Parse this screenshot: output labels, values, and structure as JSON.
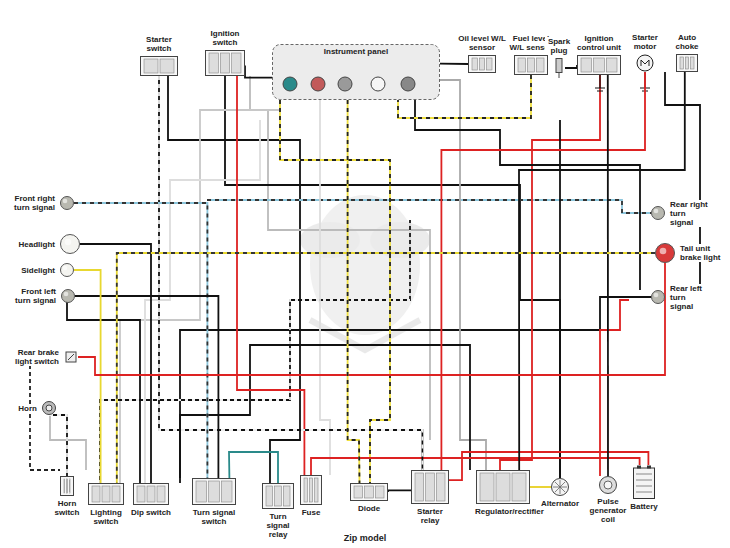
{
  "diagram": {
    "caption": "Zip model",
    "nodes": [
      {
        "text": [
          "Starter switch"
        ]
      },
      {
        "text": [
          "Ignition switch"
        ]
      },
      {
        "text": [
          "Instrument panel"
        ]
      },
      {
        "text": [
          "Oil level W/L sensor"
        ]
      },
      {
        "text": [
          "Fuel level W/L sensor"
        ]
      },
      {
        "text": [
          "Spark plug"
        ]
      },
      {
        "text": [
          "Ignition control unit"
        ]
      },
      {
        "text": [
          "Starter motor"
        ]
      },
      {
        "text": [
          "Auto choke"
        ]
      },
      {
        "text": [
          "Front right turn signal"
        ]
      },
      {
        "text": [
          "Rear right turn signal"
        ]
      },
      {
        "text": [
          "Headlight"
        ]
      },
      {
        "text": [
          "Tail unit brake light"
        ]
      },
      {
        "text": [
          "Sidelight"
        ]
      },
      {
        "text": [
          "Front left turn signal"
        ]
      },
      {
        "text": [
          "Rear left turn signal"
        ]
      },
      {
        "text": [
          "Rear brake light switch"
        ]
      },
      {
        "text": [
          "Horn"
        ]
      },
      {
        "text": [
          "Horn switch"
        ]
      },
      {
        "text": [
          "Lighting switch"
        ]
      },
      {
        "text": [
          "Dip switch"
        ]
      },
      {
        "text": [
          "Turn signal switch"
        ]
      },
      {
        "text": [
          "Turn signal relay"
        ]
      },
      {
        "text": [
          "Fuse"
        ]
      },
      {
        "text": [
          "Diode"
        ]
      },
      {
        "text": [
          "Starter relay"
        ]
      },
      {
        "text": [
          "Regulator/rectifier"
        ]
      },
      {
        "text": [
          "Alternator"
        ]
      },
      {
        "text": [
          "Pulse generator coil"
        ]
      },
      {
        "text": [
          "Battery"
        ]
      }
    ],
    "edges": [
      {
        "from": 29,
        "to": 23,
        "arrow": "none"
      },
      {
        "from": 23,
        "to": 1,
        "arrow": "none"
      },
      {
        "from": 1,
        "to": 2,
        "arrow": "none"
      },
      {
        "from": 0,
        "to": 25,
        "arrow": "none"
      },
      {
        "from": 25,
        "to": 7,
        "arrow": "none"
      },
      {
        "from": 29,
        "to": 25,
        "arrow": "none"
      },
      {
        "from": 27,
        "to": 26,
        "arrow": "none"
      },
      {
        "from": 28,
        "to": 6,
        "arrow": "none"
      },
      {
        "from": 6,
        "to": 5,
        "arrow": "none"
      },
      {
        "from": 8,
        "to": 26,
        "arrow": "none"
      },
      {
        "from": 4,
        "to": 2,
        "arrow": "none"
      },
      {
        "from": 3,
        "to": 2,
        "arrow": "none"
      },
      {
        "from": 11,
        "to": 20,
        "arrow": "none"
      },
      {
        "from": 9,
        "to": 21,
        "arrow": "none"
      },
      {
        "from": 14,
        "to": 21,
        "arrow": "none"
      },
      {
        "from": 13,
        "to": 19,
        "arrow": "none"
      },
      {
        "from": 12,
        "to": 19,
        "arrow": "none"
      },
      {
        "from": 16,
        "to": 12,
        "arrow": "none"
      },
      {
        "from": 17,
        "to": 18,
        "arrow": "none"
      },
      {
        "from": 22,
        "to": 21,
        "arrow": "none"
      },
      {
        "from": 24,
        "to": 25,
        "arrow": "none"
      },
      {
        "from": 2,
        "to": 24,
        "arrow": "none"
      }
    ]
  }
}
